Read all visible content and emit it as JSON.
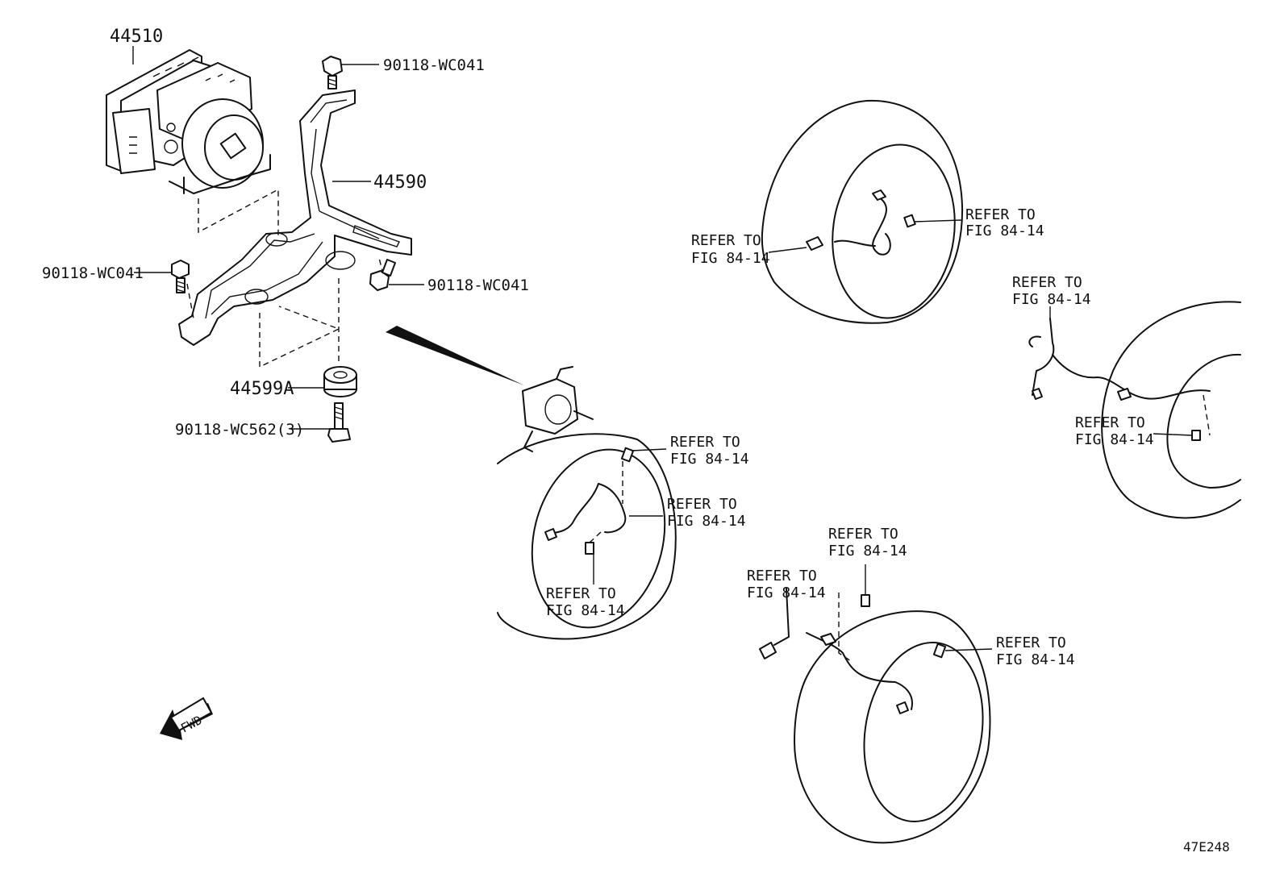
{
  "parts": {
    "actuator": "44510",
    "bracket": "44590",
    "cushion": "44599A",
    "bolt_top": "90118-WC041",
    "bolt_left": "90118-WC041",
    "bolt_right": "90118-WC041",
    "bolt_bottom": "90118-WC562(3)"
  },
  "refs": {
    "ref_line1": "REFER TO",
    "ref_line2": "FIG 84-14"
  },
  "fwd_label": "FWD",
  "figure_code": "47E248"
}
